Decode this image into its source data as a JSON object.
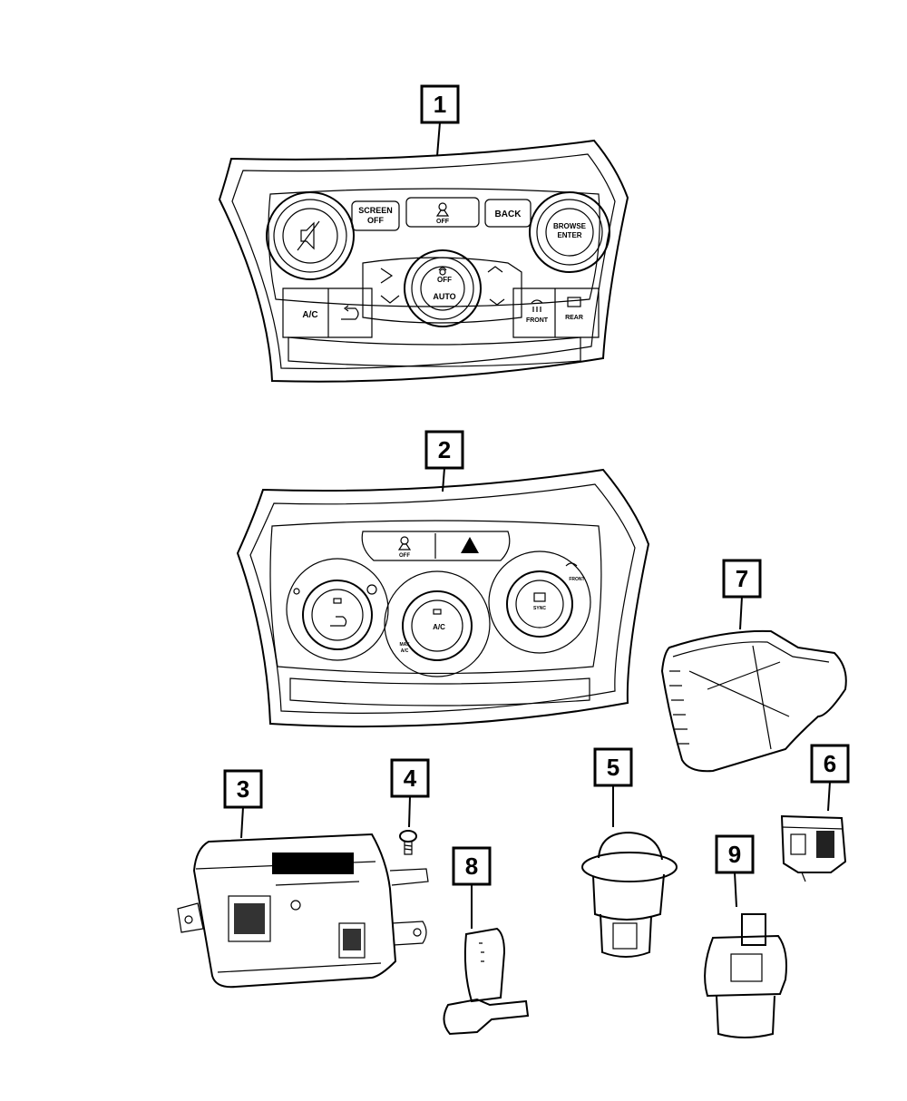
{
  "callouts": [
    "1",
    "2",
    "3",
    "4",
    "5",
    "6",
    "7",
    "8",
    "9"
  ],
  "panel1": {
    "screen_off": [
      "SCREEN",
      "OFF"
    ],
    "off": "OFF",
    "back": "BACK",
    "browse_enter": [
      "BROWSE",
      "ENTER"
    ],
    "ac": "A/C",
    "knob_off": "OFF",
    "auto": "AUTO",
    "front": "FRONT",
    "rear": "REAR"
  },
  "panel2": {
    "off": "OFF",
    "ac": "A/C",
    "max_ac": [
      "MAX",
      "A/C"
    ],
    "sync": "SYNC",
    "front": "FRONT"
  },
  "icons": [
    "fan-icon",
    "hazard-icon",
    "recirculation-icon",
    "defrost-icon",
    "traction-off-icon",
    "mute-icon"
  ]
}
